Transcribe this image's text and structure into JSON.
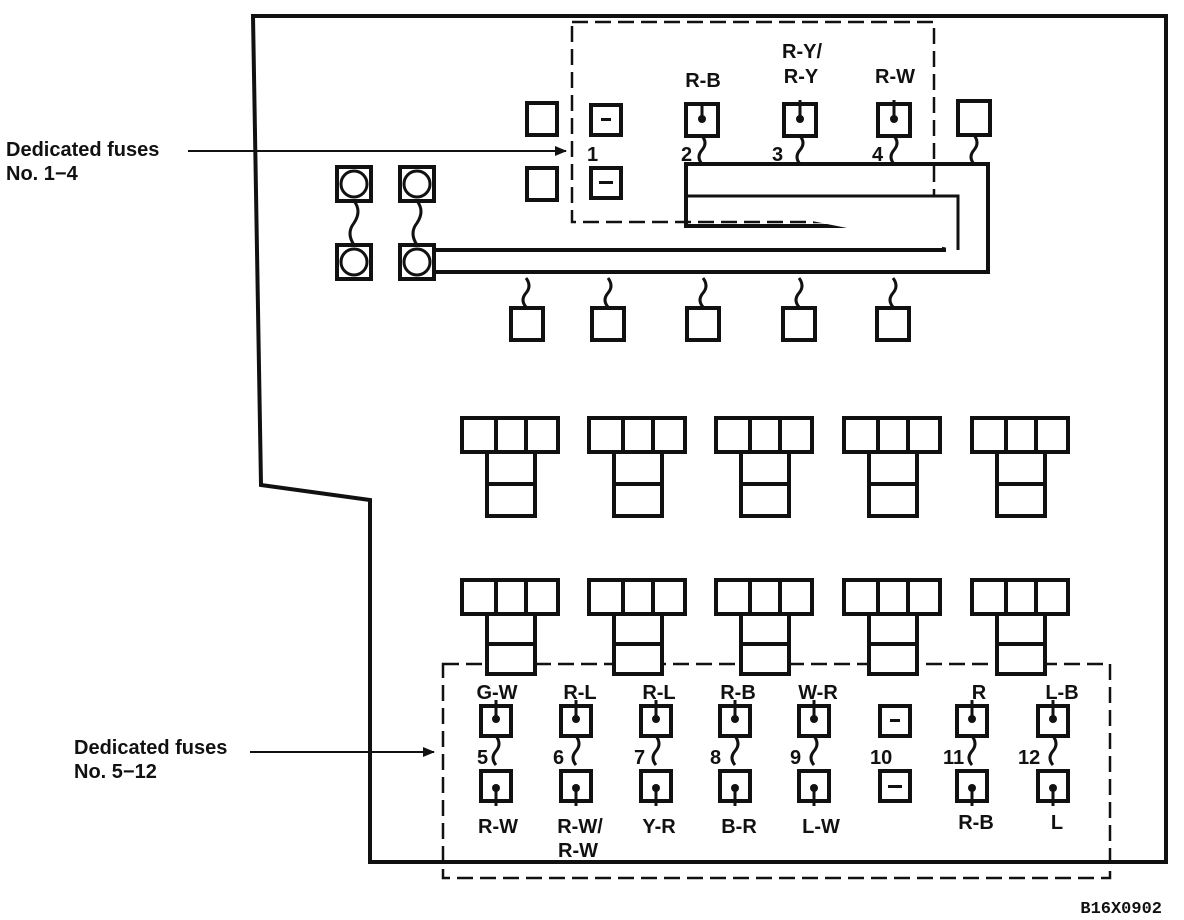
{
  "callouts": {
    "top": {
      "line1": "Dedicated fuses",
      "line2": "No. 1−4"
    },
    "bottom": {
      "line1": "Dedicated fuses",
      "line2": "No. 5−12"
    }
  },
  "top_fuses": {
    "numbers": [
      "1",
      "2",
      "3",
      "4"
    ],
    "wires": [
      "R-B",
      "R-Y/",
      "R-Y",
      "R-W"
    ]
  },
  "bottom_fuses": {
    "numbers": [
      "5",
      "6",
      "7",
      "8",
      "9",
      "10",
      "11",
      "12"
    ],
    "top_wires": [
      "G-W",
      "R-L",
      "R-L",
      "R-B",
      "W-R",
      "R",
      "L-B"
    ],
    "bottom_wires": [
      "R-W",
      "R-W/",
      "R-W",
      "Y-R",
      "B-R",
      "L-W",
      "R-B",
      "L"
    ]
  },
  "figure_code": "B16X0902"
}
